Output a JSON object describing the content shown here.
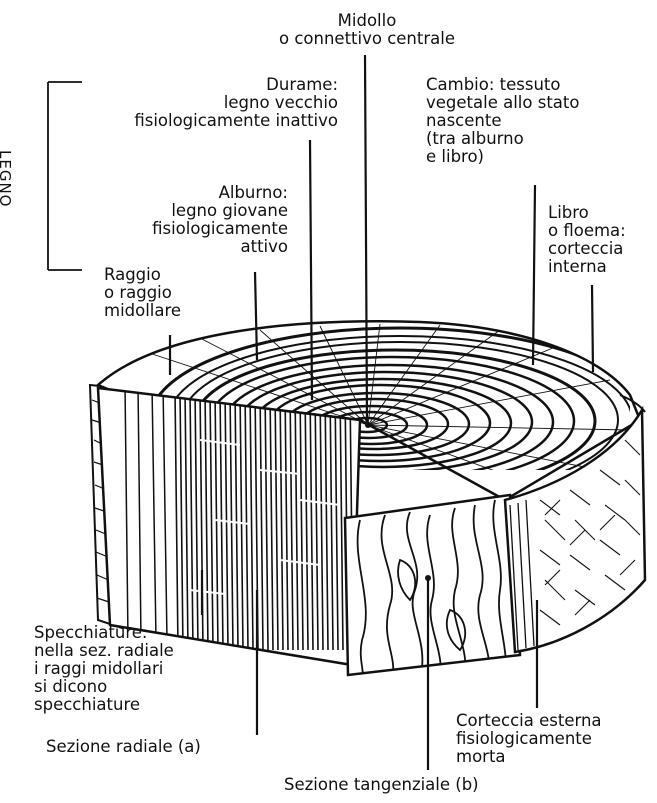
{
  "labels": {
    "midollo": "Midollo\no connettivo centrale",
    "durame": "Durame:\nlegno vecchio\nfisiologicamente inattivo",
    "cambio": "Cambio: tessuto\nvegetale allo stato\nnascente\n(tra alburno\ne libro)",
    "legno": "LEGNO",
    "alburno": "Alburno:\nlegno giovane\nfisiologicamente\nattivo",
    "libro": "Libro\no floema:\ncorteccia\ninterna",
    "raggio": "Raggio\no raggio\nmidollare",
    "specchiature": "Specchiature:\nnella sez. radiale\ni raggi midollari\nsi dicono\nspecchiature",
    "sezione_radiale": "Sezione radiale (a)",
    "corteccia_esterna": "Corteccia esterna\nfisiologicamente\nmorta",
    "sezione_tangenziale": "Sezione tangenziale (b)"
  },
  "colors": {
    "ink": "#111111",
    "paper": "#ffffff"
  }
}
